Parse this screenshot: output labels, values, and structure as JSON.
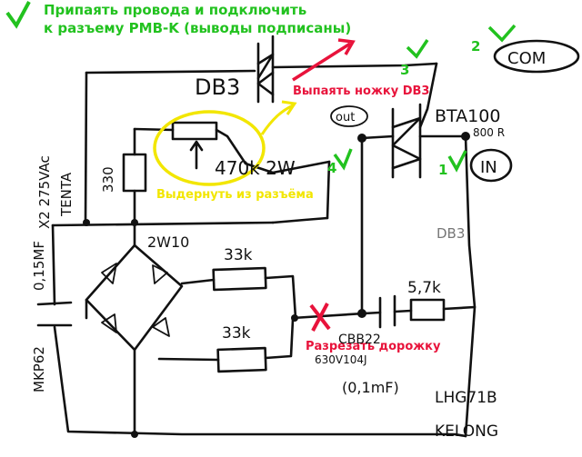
{
  "annotations": {
    "top_instruction_line1": "Припаять провода и подключить",
    "top_instruction_line2": "к разъему PMB-K (выводы подписаны)",
    "desolder_db3": "Выпаять ножку DB3",
    "pull_out": "Выдернуть из разъёма",
    "cut_trace": "Разрезать дорожку"
  },
  "markers": {
    "n1": "1",
    "n2": "2",
    "n3": "3",
    "n4": "4"
  },
  "labels": {
    "db3": "DB3",
    "out": "out",
    "bta100": "BTA100",
    "bta_voltage": "800 R",
    "in": "IN",
    "com": "COM",
    "cap_x2": "X2 275VAc",
    "tenta": "TENTA",
    "r330": "330",
    "pot": "470k 2W",
    "bridge": "2W10",
    "r33k_top": "33k",
    "r33k_bottom": "33k",
    "r57k": "5,7k",
    "cap_cbb": "CBB22",
    "cap_voltage": "630V104J",
    "cap_value": "(0,1mF)",
    "cap_mkp": "MKP62",
    "cap_mkp_value": "0,15MF",
    "lhg": "LHG71B",
    "kelong": "KELONG",
    "db3_lower": "DB3"
  },
  "colors": {
    "green": "#22c21f",
    "red": "#e8133b",
    "yellow": "#f2e600",
    "ink": "#111111"
  }
}
